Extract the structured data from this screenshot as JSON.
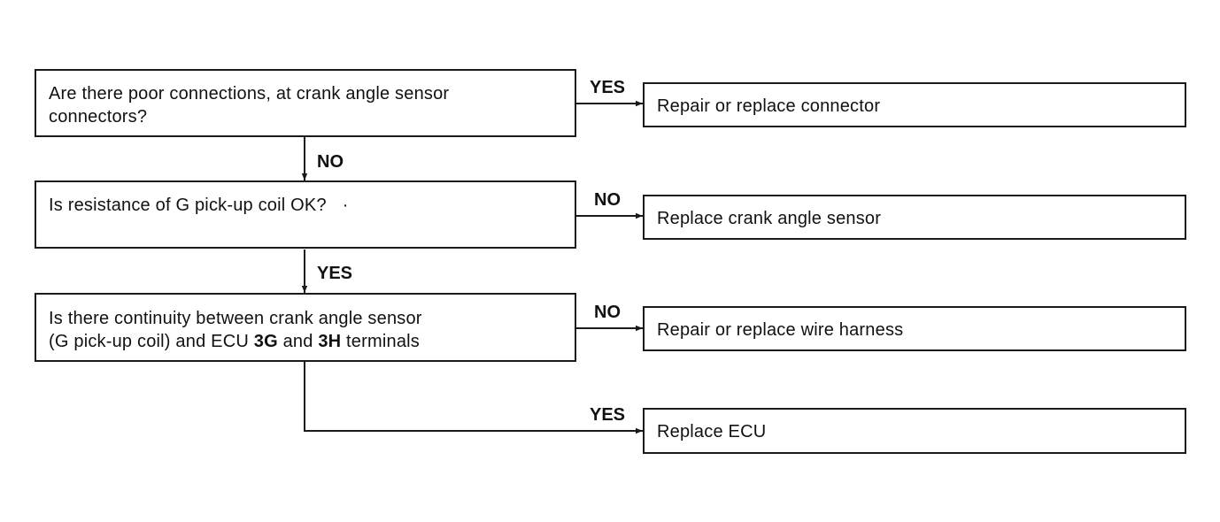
{
  "questions": [
    {
      "line1": "Are there poor connections, at crank angle sensor",
      "line2": "connectors?"
    },
    {
      "line1": "Is resistance of G pick-up coil OK?",
      "mark": "·"
    },
    {
      "line1": "Is there continuity between crank angle sensor",
      "line2_a": "(G pick-up coil) and ECU ",
      "line2_b": "3G",
      "line2_c": " and ",
      "line2_d": "3H",
      "line2_e": " terminals"
    }
  ],
  "actions": [
    "Repair or replace connector",
    "Replace crank angle sensor",
    "Repair or replace wire harness",
    "Replace ECU"
  ],
  "labels": {
    "q1_side": "YES",
    "q1_down": "NO",
    "q2_side": "NO",
    "q2_down": "YES",
    "q3_side": "NO",
    "q3_bottom": "YES"
  }
}
